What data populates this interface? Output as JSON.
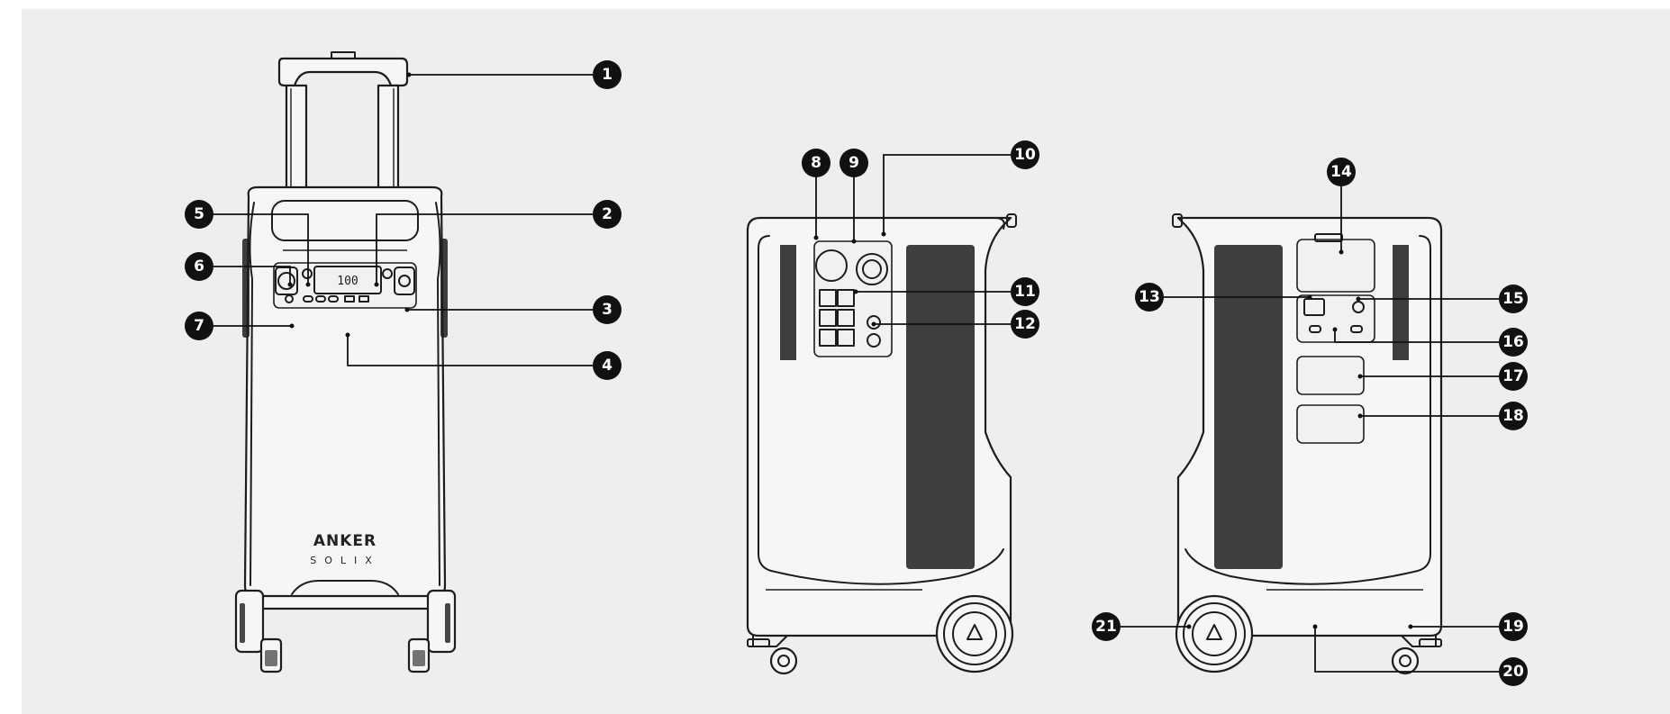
{
  "brand": {
    "name": "ANKER",
    "sub": "SOLIX"
  },
  "views": [
    "front",
    "left-side",
    "right-side"
  ],
  "callouts": [
    {
      "number": "1"
    },
    {
      "number": "2"
    },
    {
      "number": "3"
    },
    {
      "number": "4"
    },
    {
      "number": "5"
    },
    {
      "number": "6"
    },
    {
      "number": "7"
    },
    {
      "number": "8"
    },
    {
      "number": "9"
    },
    {
      "number": "10"
    },
    {
      "number": "11"
    },
    {
      "number": "12"
    },
    {
      "number": "13"
    },
    {
      "number": "14"
    },
    {
      "number": "15"
    },
    {
      "number": "16"
    },
    {
      "number": "17"
    },
    {
      "number": "18"
    },
    {
      "number": "19"
    },
    {
      "number": "20"
    },
    {
      "number": "21"
    }
  ],
  "colors": {
    "background": "#eeeeee",
    "line": "#1d1d1d",
    "badge": "#111111",
    "badge_text": "#ffffff"
  }
}
